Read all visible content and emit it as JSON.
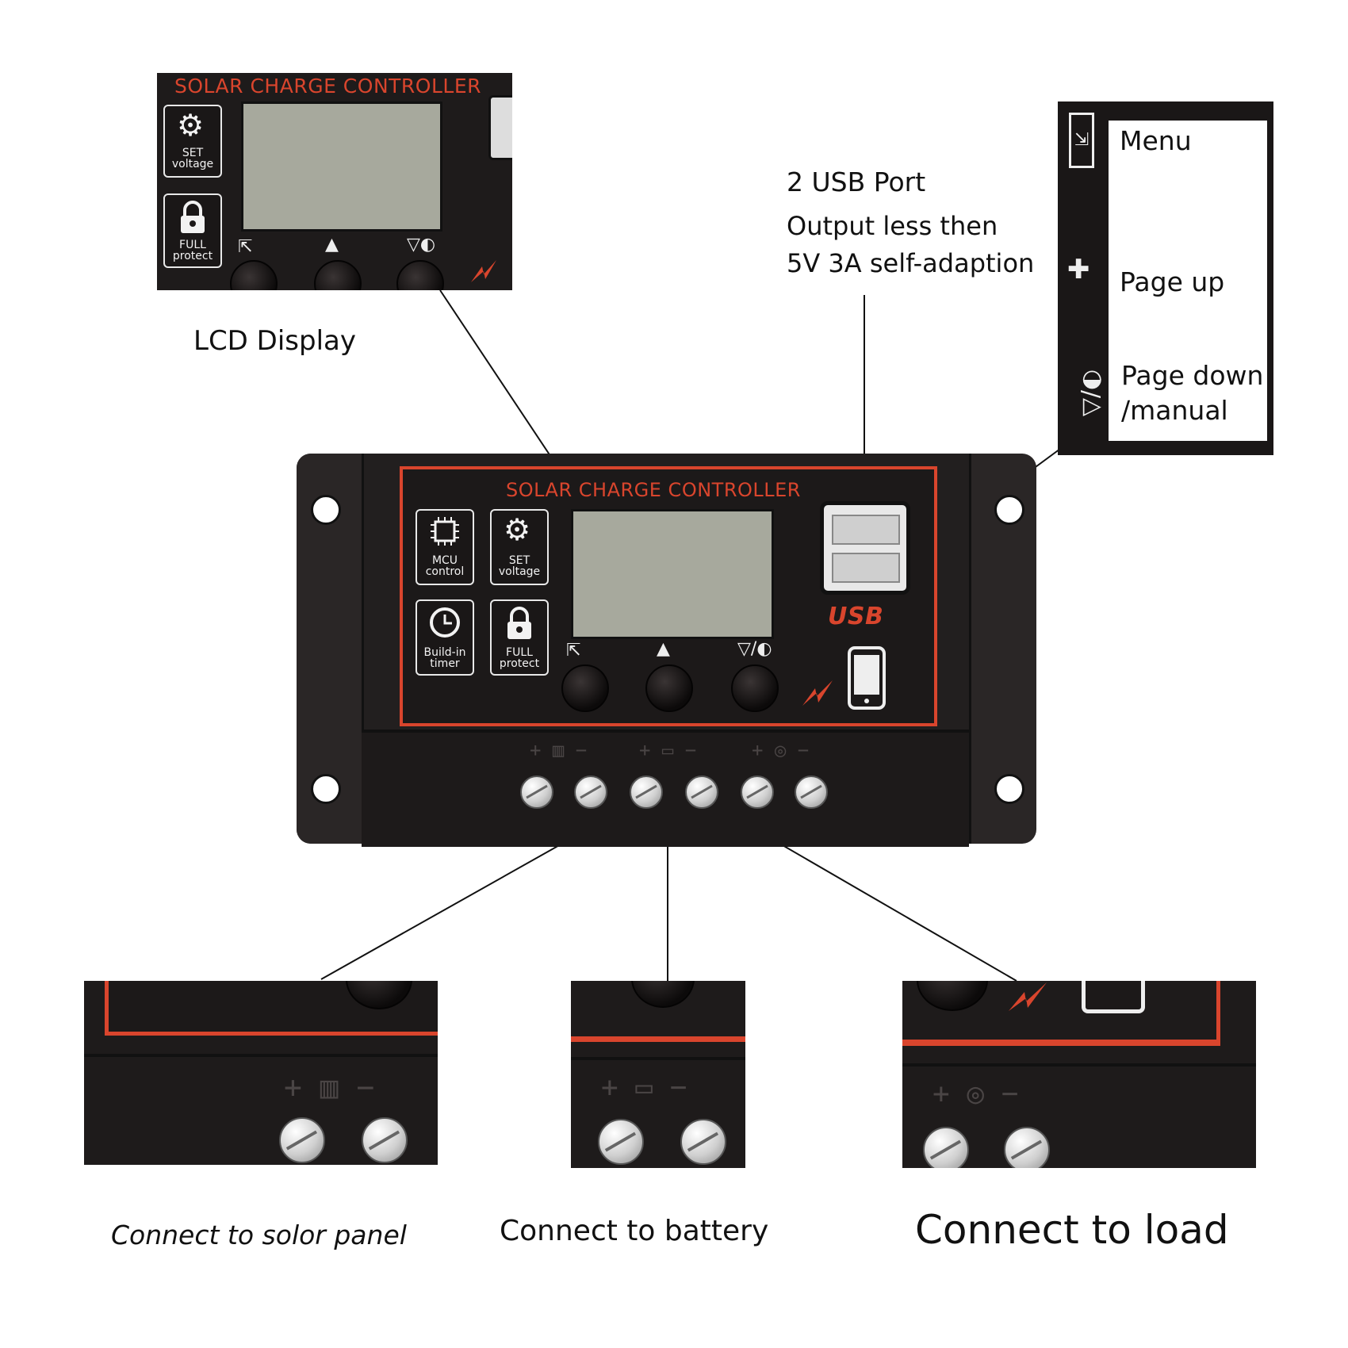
{
  "device": {
    "title": "SOLAR CHARGE CONTROLLER",
    "usb_brand": "USB",
    "icons": [
      {
        "name": "mcu-control-icon",
        "caption_1": "MCU",
        "caption_2": "control"
      },
      {
        "name": "set-voltage-icon",
        "caption_1": "SET",
        "caption_2": "voltage"
      },
      {
        "name": "build-in-timer-icon",
        "caption_1": "Build-in",
        "caption_2": "timer"
      },
      {
        "name": "full-protect-icon",
        "caption_1": "FULL",
        "caption_2": "protect"
      }
    ],
    "terminal_labels": {
      "plus": "+",
      "minus": "−"
    }
  },
  "callouts": {
    "lcd_label": "LCD Display",
    "usb_title": "2 USB Port",
    "usb_line1": "Output less then",
    "usb_line2": "5V 3A self-adaption"
  },
  "button_legend": {
    "menu": "Menu",
    "page_up": "Page up",
    "page_down_1": "Page down",
    "page_down_2": "/manual"
  },
  "connections": {
    "solar": "Connect to solor panel",
    "battery": "Connect to battery",
    "load": "Connect to load"
  },
  "colors": {
    "accent_red": "#d9452d",
    "body_dark": "#1e1b1b",
    "lcd_screen": "#a7a99d"
  }
}
